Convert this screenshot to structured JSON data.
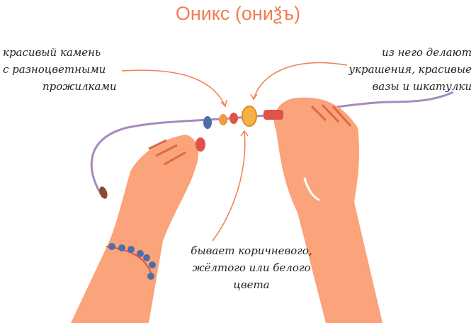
{
  "title": "Оникс (ониѯъ)",
  "notes": {
    "top_left": [
      "красивый камень",
      "с разноцветными",
      "прожилками"
    ],
    "top_right": [
      "из него делают",
      "украшения, красивые",
      "вазы и шкатулки"
    ],
    "bottom": [
      "бывает коричневого,",
      "жёлтого или белого",
      "цвета"
    ]
  },
  "colors": {
    "accent": "#f47c52",
    "skin": "#fba37a",
    "skin_dark": "#d96a48",
    "thread": "#a48ac0",
    "bead_blue": "#4e6ea8",
    "bead_red": "#e0524a",
    "bead_orange": "#ef9a3c",
    "onyx": "#f3b344"
  }
}
